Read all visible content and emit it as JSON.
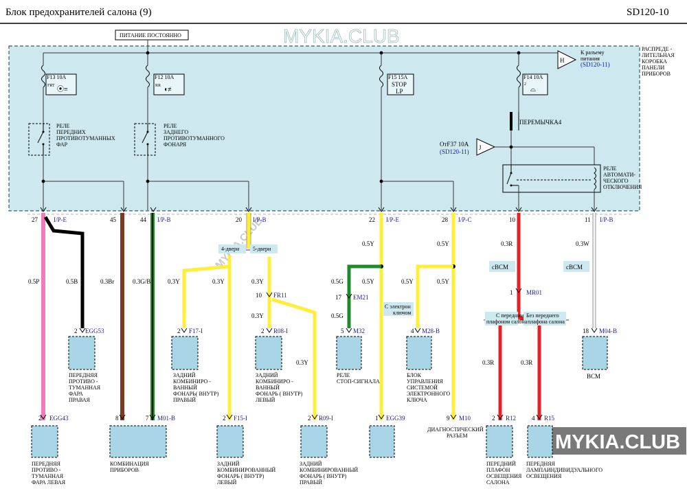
{
  "header": {
    "title": "Блок  предохранителей    салона  (9)",
    "code": "SD120-10"
  },
  "power_label": "ПИТАНИЕ ПОСТОЯННО",
  "watermark": "MYKIA.CLUB",
  "box_label": [
    "РАСПРЕДЕ -",
    "ЛИТЕЛЬНАЯ",
    "КОРОБКА",
    "ПАНЕЛИ",
    "ПРИБОРОВ"
  ],
  "conn_h": {
    "letter": "H",
    "text": [
      "К разъему",
      "питания"
    ],
    "ref": "(SD120-11)"
  },
  "conn_j": {
    "letter": "J",
    "text": "ОтF37 10A",
    "ref": "(SD120-11)"
  },
  "fuses": [
    {
      "id": "f13",
      "name": "F13 10A",
      "sub": "FRT"
    },
    {
      "id": "f12",
      "name": "F12 10A",
      "sub": "RR"
    },
    {
      "id": "f15",
      "name": "F15 15A",
      "line1": "STOP",
      "line2": "LP"
    },
    {
      "id": "f14",
      "name": "F14 10A",
      "sub": "2"
    }
  ],
  "relays": {
    "front_fog": [
      "РЕЛЕ",
      "ПЕРЕДНИХ",
      "ПРОТИВОТУМАННЫХ",
      "ФАР"
    ],
    "rear_fog": [
      "РЕЛЕ",
      "ЗАДНЕГО",
      "ПРОТИВОТУМАННОГО",
      "ФОНАРЯ"
    ],
    "auto_off": [
      "РЕЛЕ",
      "АВТОМАТИ-",
      "ЧЕСКОГО",
      "ОТКЛЮЧЕНИЯ"
    ]
  },
  "jumper": "ПЕРЕМЫЧКА4",
  "pins": [
    {
      "num": "27",
      "conn": "I/P-E"
    },
    {
      "num": "45",
      "conn": ""
    },
    {
      "num": "44",
      "conn": "I/P-B"
    },
    {
      "num": "20",
      "conn": "I/P-B"
    },
    {
      "num": "22",
      "conn": "I/P-E"
    },
    {
      "num": "28",
      "conn": "I/P-C"
    },
    {
      "num": "10",
      "conn": ""
    },
    {
      "num": "11",
      "conn": "I/P-B"
    }
  ],
  "wires": {
    "w05p": "0.5P",
    "w05b": "0.5B",
    "w03br": "0.3Br",
    "w03gb": "0.3G/B",
    "w03y": "0.3Y",
    "w05y": "0.5Y",
    "w05g": "0.5G",
    "w03r": "0.3R",
    "w03w": "0.3W"
  },
  "options": {
    "door4": "4-двери",
    "door5": "5-двери",
    "cruise": [
      "С электрон",
      "ключом"
    ],
    "with_lamp": [
      "С передним",
      "плафоном  салона"
    ],
    "without_lamp": [
      "Без  переднего",
      "плафона  салона"
    ],
    "cbcm": "cBCM"
  },
  "splices": {
    "fr11": {
      "num": "10",
      "name": "FR11"
    },
    "em21": {
      "num": "17",
      "name": "EM21"
    },
    "mr01": {
      "num": "1",
      "name": "MR01"
    }
  },
  "components": {
    "egg53": {
      "pin": "2",
      "conn": "EGG53",
      "label": [
        "ПЕРЕДНЯЯ",
        "ПРОТИВО -",
        "ТУМАННАЯ",
        "ФАРА",
        "ПРАВАЯ"
      ]
    },
    "f17": {
      "pin": "2",
      "conn": "F17-I",
      "label": [
        "ЗАДНИЙ",
        "КОМБИНИРО -",
        "ВАННЫЙ",
        "ФОНАРЬ( ВНУТР)",
        "ПРАВЫЙ"
      ]
    },
    "r08": {
      "pin": "2",
      "conn": "R08-I",
      "label": [
        "ЗАДНИЙ",
        "КОМБИНИРО -",
        "ВАННЫЙ",
        "ФОНАРЬ ( ВНУТР)",
        "ЛЕВЫЙ"
      ]
    },
    "m32": {
      "pin": "5",
      "conn": "M32",
      "label": [
        "РЕЛЕ",
        "СТОП-СИГНАЛА"
      ]
    },
    "m28": {
      "pin": "4",
      "conn": "M28-B",
      "label": [
        "БЛОК",
        "УПРАВЛЕНИЯ",
        "СИСТЕМОЙ",
        "ЭЛЕКТРОННОГО",
        "КЛЮЧА"
      ]
    },
    "m04": {
      "pin": "18",
      "conn": "M04-B",
      "label": [
        "BCM"
      ]
    },
    "egg43": {
      "pin": "2",
      "conn": "EGG43",
      "label": [
        "ПЕРЕДНЯЯ",
        "ПРОТИВО -",
        "ТУМАННАЯ",
        "ФАРА ЛЕВАЯ"
      ]
    },
    "m01": {
      "pin_a": "8",
      "pin_b": "7",
      "conn": "M01-B",
      "label": [
        "КОМБИНАЦИЯ",
        "ПРИБОРОВ"
      ]
    },
    "f15i": {
      "pin": "2",
      "conn": "F15-I",
      "label": [
        "ЗАДНИЙ",
        "КОМБИНИРОВАННЫЙ",
        "ФОНАРЬ ( ВНУТР)",
        "ЛЕВЫЙ"
      ]
    },
    "r09": {
      "pin": "2",
      "conn": "R09-I",
      "label": [
        "ЗАДНИЙ",
        "КОМБИНИРОВАННЫЙ",
        "ФОНАРЬ ( ВНУТР)",
        "ПРАВЫЙ"
      ]
    },
    "egg39": {
      "pin": "1",
      "conn": "EGG39"
    },
    "m10": {
      "pin": "9",
      "conn": "M10",
      "label": [
        "ДИАГНОСТИЧЕСКИЙ",
        "РАЗЪЕМ"
      ]
    },
    "r12": {
      "pin": "2",
      "conn": "R12",
      "label": [
        "ПЕРЕДНИЙ",
        "ПЛАФОН",
        "ОСВЕЩЕНИЯ",
        "САЛОНА"
      ]
    },
    "r15": {
      "pin": "4",
      "conn": "R15",
      "label": [
        "ПЕРЕДНЯЯ",
        "ЛАМПАИНДИВИДУАЛЬНОГО",
        "ОСВЕЩЕНИЯ"
      ]
    }
  },
  "colors": {
    "box": "#cde9ef",
    "box_border": "#3a5a66",
    "comp": "#a9d6e6",
    "pink": "#f07bbd",
    "black": "#000000",
    "brown": "#7b3a22",
    "green": "#1f8a2a",
    "yellow": "#ffef3a",
    "red": "#e4222a",
    "white_wire": "#f4f4f4"
  }
}
